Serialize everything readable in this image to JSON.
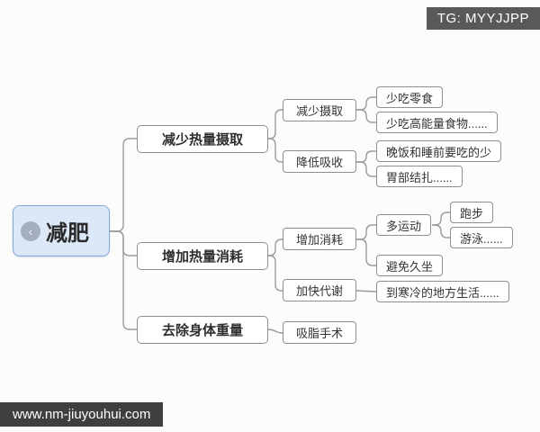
{
  "badge": {
    "text": "TG: MYYJJPP"
  },
  "watermark": {
    "text": "www.nm-jiuyouhui.com"
  },
  "mindmap": {
    "root": {
      "label": "减肥",
      "collapse_glyph": "‹"
    },
    "nodes": {
      "n1": {
        "label": "减少热量摄取"
      },
      "n1a": {
        "label": "减少摄取"
      },
      "n1a1": {
        "label": "少吃零食"
      },
      "n1a2": {
        "label": "少吃高能量食物......"
      },
      "n1b": {
        "label": "降低吸收"
      },
      "n1b1": {
        "label": "晚饭和睡前要吃的少"
      },
      "n1b2": {
        "label": "胃部结扎......"
      },
      "n2": {
        "label": "增加热量消耗"
      },
      "n2a": {
        "label": "增加消耗"
      },
      "n2a1": {
        "label": "多运动"
      },
      "n2a1a": {
        "label": "跑步"
      },
      "n2a1b": {
        "label": "游泳......"
      },
      "n2a2": {
        "label": "避免久坐"
      },
      "n2b": {
        "label": "加快代谢"
      },
      "n2b1": {
        "label": "到寒冷的地方生活......"
      },
      "n3": {
        "label": "去除身体重量"
      },
      "n3a": {
        "label": "吸脂手术"
      }
    },
    "colors": {
      "root_bg": "#dce8f8",
      "root_border": "#7fa7de",
      "node_bg": "#ffffff",
      "node_border": "#8f8f8f",
      "line": "#9b9b9b",
      "badge_bg": "#595959",
      "watermark_bg": "#3f3f3f"
    }
  }
}
